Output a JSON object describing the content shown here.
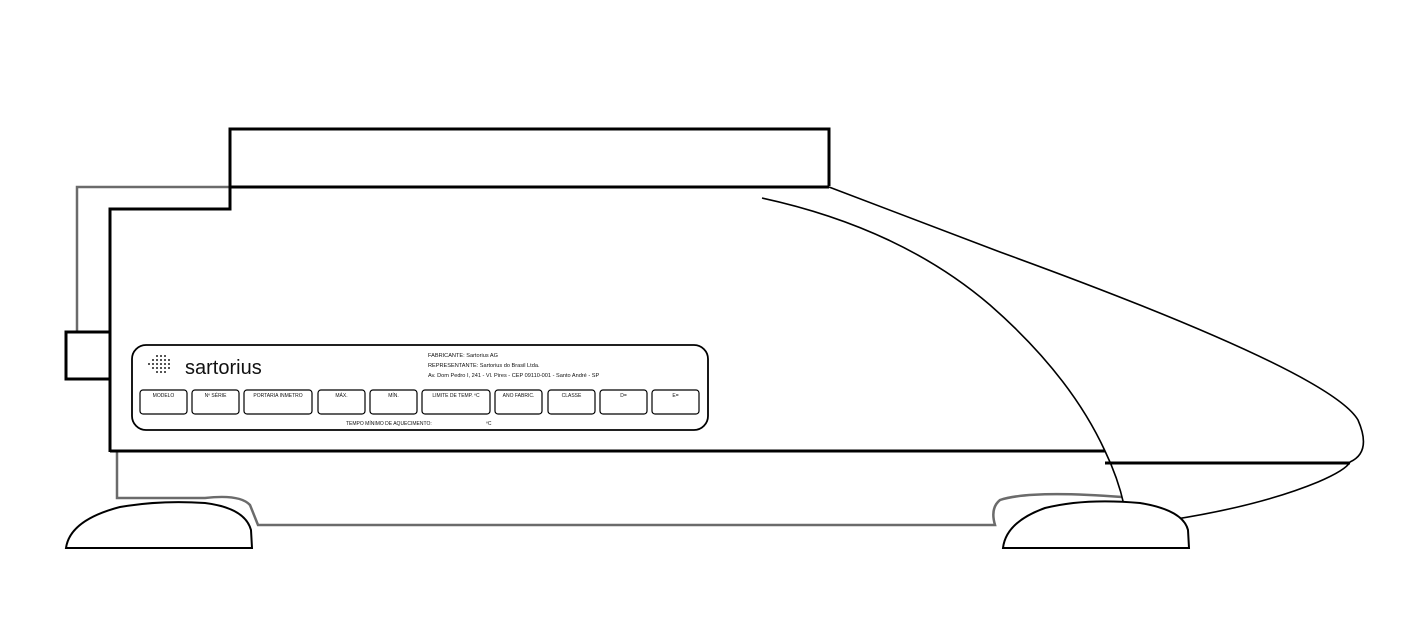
{
  "label_plate": {
    "brand": "sartorius",
    "manufacturer_line": "FABRICANTE: Sartorius AG",
    "representative_line": "REPRESENTANTE: Sartorius do Brasil Ltda.",
    "address_line": "Av. Dom Pedro I, 241 - Vl. Pires - CEP 09110-001 - Santo André - SP",
    "fields": [
      "MODELO",
      "Nº SÉRIE",
      "PORTARIA INMETRO",
      "MÁX.",
      "MÍN.",
      "LIMITE DE TEMP. ºC",
      "ANO FABRIC.",
      "CLASSE",
      "D=",
      "E="
    ],
    "warmup_label": "TEMPO MÍNIMO DE AQUECIMENTO:",
    "warmup_unit": "ºC"
  }
}
